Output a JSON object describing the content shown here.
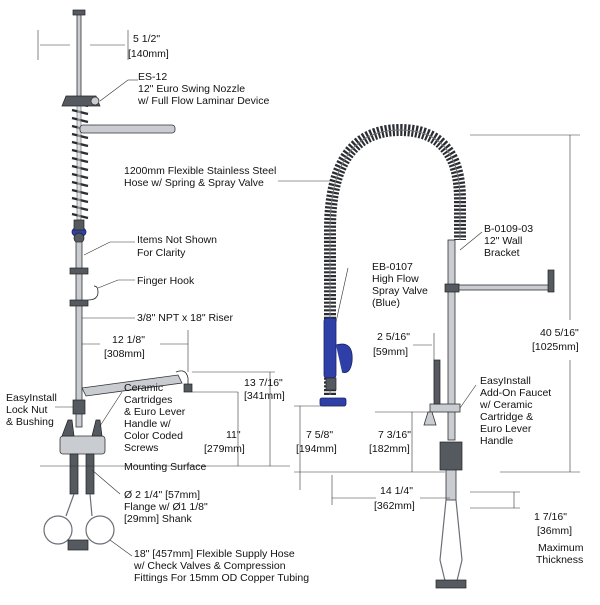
{
  "labels": {
    "dim_5_half": "5 1/2\"",
    "dim_140mm": "[140mm]",
    "es12_code": "ES-12",
    "es12_line1": "12\" Euro Swing Nozzle",
    "es12_line2": "w/ Full Flow Laminar Device",
    "hose_line1": "1200mm Flexible Stainless Steel",
    "hose_line2": "Hose w/ Spring & Spray Valve",
    "items_line1": "Items Not Shown",
    "items_line2": "For Clarity",
    "finger_hook": "Finger Hook",
    "riser": "3/8\" NPT x 18\" Riser",
    "dim_12_1_8": "12 1/8\"",
    "dim_308mm": "[308mm]",
    "lock_line1": "EasyInstall",
    "lock_line2": "Lock Nut",
    "lock_line3": "& Bushing",
    "ceramic_line1": "Ceramic",
    "ceramic_line2": "Cartridges",
    "ceramic_line3": "& Euro Lever",
    "ceramic_line4": "Handle w/",
    "ceramic_line5": "Color Coded",
    "ceramic_line6": "Screws",
    "dim_13_7_16": "13 7/16\"",
    "dim_341mm": "[341mm]",
    "dim_11": "11\"",
    "dim_279mm": "[279mm]",
    "mounting_surface": "Mounting Surface",
    "flange_line1": "Ø 2 1/4\" [57mm]",
    "flange_line2": "Flange w/ Ø1 1/8\"",
    "flange_line3": "[29mm] Shank",
    "supply_line1": "18\" [457mm] Flexible Supply Hose",
    "supply_line2": "w/ Check Valves & Compression",
    "supply_line3": "Fittings For 15mm OD Copper Tubing",
    "eb_code": "EB-0107",
    "eb_line1": "High Flow",
    "eb_line2": "Spray Valve",
    "eb_line3": "(Blue)",
    "bracket_code": "B-0109-03",
    "bracket_line1": "12\" Wall",
    "bracket_line2": "Bracket",
    "dim_2_5_16": "2 5/16\"",
    "dim_59mm": "[59mm]",
    "addon_line1": "EasyInstall",
    "addon_line2": "Add-On Faucet",
    "addon_line3": "w/ Ceramic",
    "addon_line4": "Cartridge &",
    "addon_line5": "Euro Lever",
    "addon_line6": "Handle",
    "dim_40_5_16": "40 5/16\"",
    "dim_1025mm": "[1025mm]",
    "dim_7_5_8": "7 5/8\"",
    "dim_194mm": "[194mm]",
    "dim_7_3_16": "7 3/16\"",
    "dim_182mm": "[182mm]",
    "dim_14_1_4": "14 1/4\"",
    "dim_362mm": "[362mm]",
    "dim_1_7_16": "1 7/16\"",
    "dim_36mm": "[36mm]",
    "max_line1": "Maximum",
    "max_line2": "Thickness"
  }
}
